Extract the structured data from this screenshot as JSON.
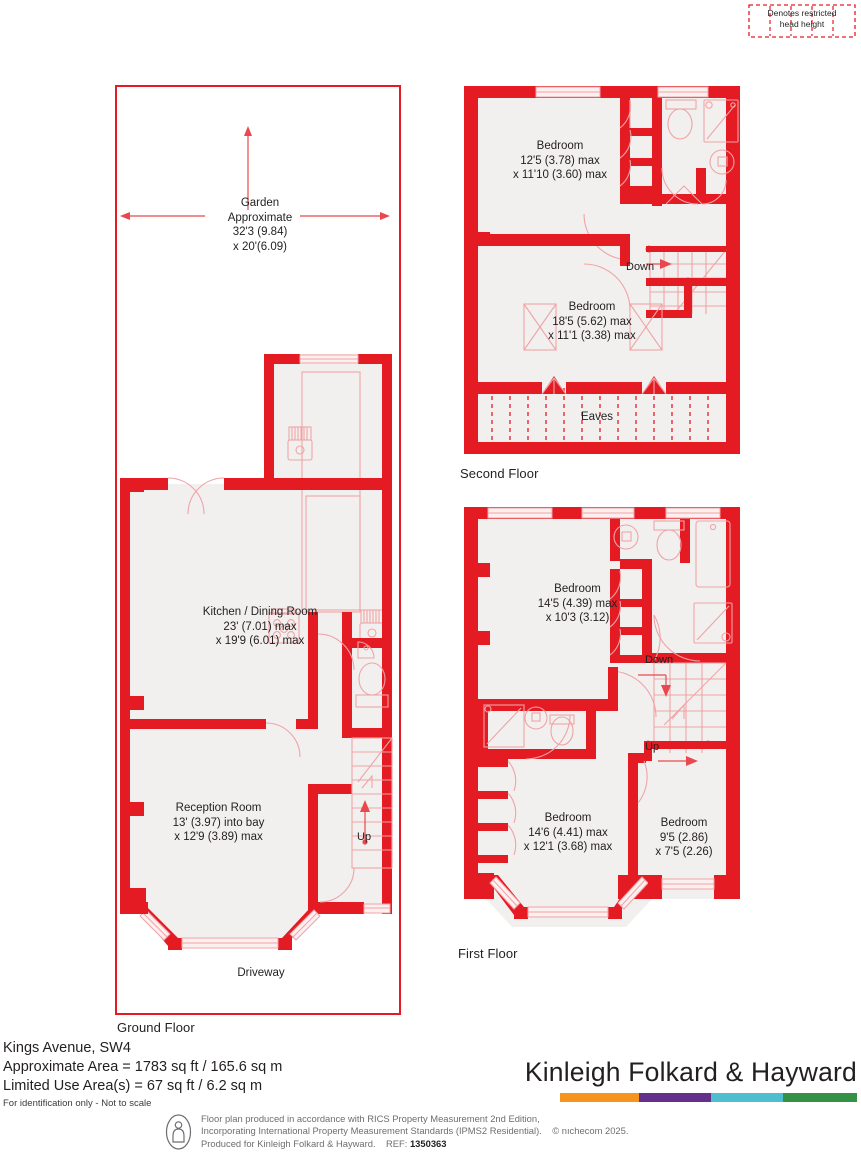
{
  "legend": {
    "line1": "Denotes restricted",
    "line2": "head height"
  },
  "colors": {
    "wall_red": "#E51B24",
    "room_fill": "#F2F0EF",
    "fixture_line": "#F0A3A6",
    "text": "#231F20",
    "bar_orange": "#F7941E",
    "bar_purple": "#63308C",
    "bar_teal": "#4FBFCF",
    "bar_green": "#339245"
  },
  "floors": [
    {
      "id": "ground",
      "caption": "Ground Floor",
      "rooms": [
        {
          "name": "Garden",
          "sub": "Approximate",
          "dim1": "32'3 (9.84)",
          "dim2": "x 20'(6.09)"
        },
        {
          "name": "Kitchen / Dining Room",
          "dim1": "23' (7.01) max",
          "dim2": "x 19'9 (6.01) max"
        },
        {
          "name": "Reception Room",
          "dim1": "13' (3.97) into bay",
          "dim2": "x 12'9 (3.89) max"
        },
        {
          "name": "Driveway"
        }
      ],
      "annotations": [
        {
          "label": "Up"
        }
      ]
    },
    {
      "id": "second",
      "caption": "Second Floor",
      "rooms": [
        {
          "name": "Bedroom",
          "dim1": "12'5 (3.78) max",
          "dim2": "x 11'10 (3.60) max"
        },
        {
          "name": "Bedroom",
          "dim1": "18'5 (5.62) max",
          "dim2": "x 11'1 (3.38) max"
        },
        {
          "name": "Eaves"
        }
      ],
      "annotations": [
        {
          "label": "Down"
        }
      ]
    },
    {
      "id": "first",
      "caption": "First Floor",
      "rooms": [
        {
          "name": "Bedroom",
          "dim1": "14'5 (4.39) max",
          "dim2": "x 10'3 (3.12)"
        },
        {
          "name": "Bedroom",
          "dim1": "14'6 (4.41) max",
          "dim2": "x 12'1 (3.68) max"
        },
        {
          "name": "Bedroom",
          "dim1": "9'5 (2.86)",
          "dim2": "x 7'5 (2.26)"
        }
      ],
      "annotations": [
        {
          "label": "Down"
        },
        {
          "label": "Up"
        }
      ]
    }
  ],
  "address": {
    "line1": "Kings Avenue, SW4",
    "line2": "Approximate Area = 1783 sq ft / 165.6 sq m",
    "line3": "Limited Use Area(s) = 67 sq ft / 6.2 sq m",
    "line4": "For identification only - Not to scale"
  },
  "brand": {
    "name": "Kinleigh Folkard & Hayward"
  },
  "produced": {
    "line1": "Floor plan produced in accordance with RICS Property Measurement 2nd Edition,",
    "line2": "Incorporating International Property Measurement Standards (IPMS2 Residential).",
    "copyright": "© nıchecom 2025.",
    "line3": "Produced for Kinleigh Folkard & Hayward.",
    "ref_label": "REF:",
    "ref_value": "1350363"
  }
}
